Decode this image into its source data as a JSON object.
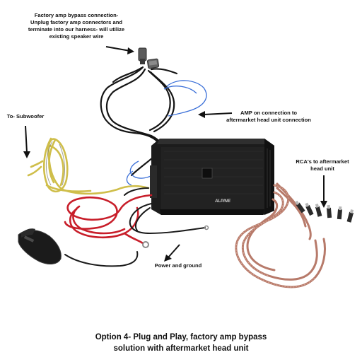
{
  "labels": {
    "bypass": [
      "Factory  amp bypass connection-",
      "Unplug factory amp connectors and",
      "terminate into our harness- will utilize",
      "existing speaker wire"
    ],
    "subwoofer": "To- Subwoofer",
    "amp_on": [
      "AMP on connection to",
      "aftermarket head unit connection"
    ],
    "rca": [
      "RCA's to aftermarket",
      "head unit"
    ],
    "power": "Power and ground"
  },
  "caption": [
    "Option 4- Plug and Play, factory amp bypass",
    "solution with aftermarket head unit"
  ],
  "amp_brand": "ALPINE",
  "colors": {
    "amp_body": "#1c1c1c",
    "harness_wire": "#151515",
    "signal_wire": "#3a6fd8",
    "subwoofer_wire": "#cfbe4a",
    "power_wire": "#c81e2a",
    "ground_wire": "#1a1a1a",
    "rca_sleeve": "#b77a6a"
  }
}
